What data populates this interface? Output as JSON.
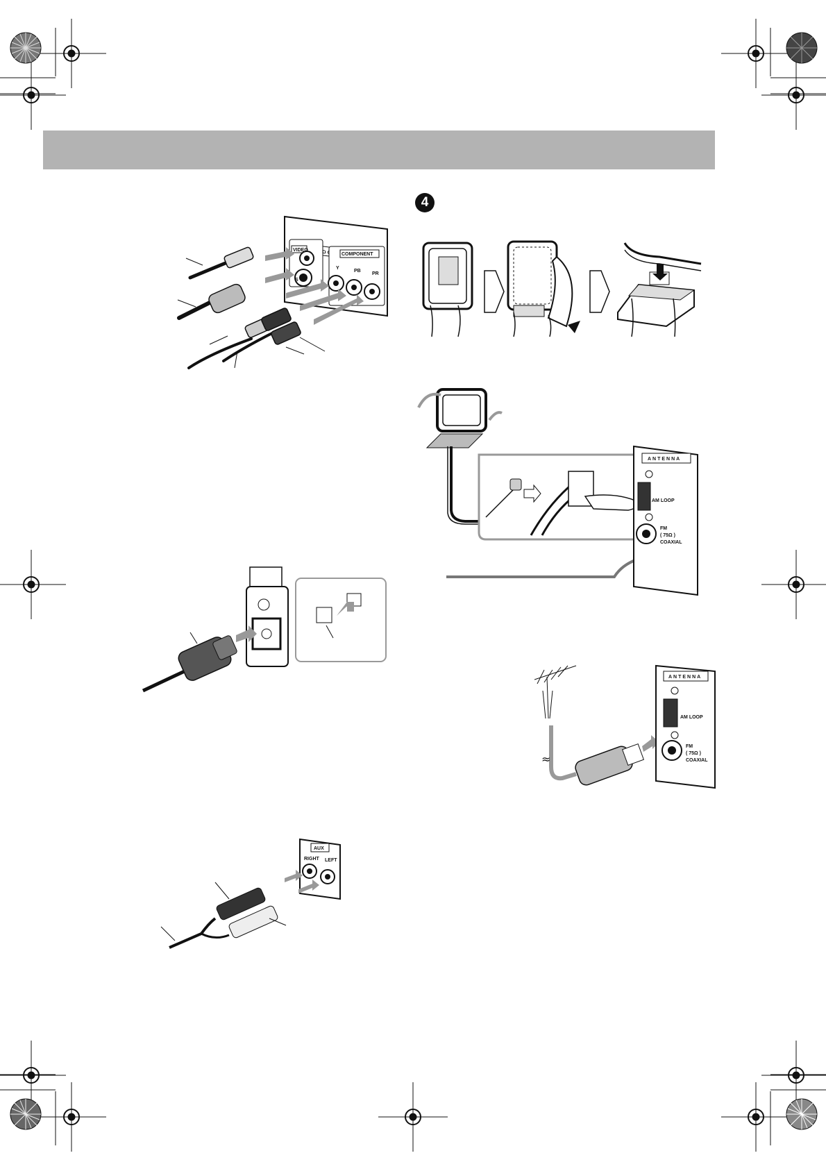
{
  "step": {
    "number": "4"
  },
  "video_panel": {
    "title": "VIDEO OUT",
    "video_label": "VIDEO",
    "s_label": "S",
    "component_label": "COMPONENT",
    "y_label": "Y",
    "pb_label": "PB",
    "pr_label": "PR"
  },
  "antenna_panel_1": {
    "title": "ANTENNA",
    "am_loop": "AM LOOP",
    "fm_label": "FM",
    "ohm_label": "( 75Ω )",
    "coaxial_label": "COAXIAL"
  },
  "antenna_panel_2": {
    "title": "ANTENNA",
    "am_loop": "AM LOOP",
    "fm_label": "FM",
    "ohm_label": "( 75Ω )",
    "coaxial_label": "COAXIAL"
  },
  "aux_panel": {
    "title": "AUX",
    "right_label": "RIGHT",
    "left_label": "LEFT"
  },
  "colors": {
    "header_gray": "#b3b3b3",
    "arrow_gray": "#999999",
    "ink": "#111111"
  },
  "icons": [
    "registration-mark-icon",
    "color-wheel-icon",
    "step-number-icon"
  ]
}
